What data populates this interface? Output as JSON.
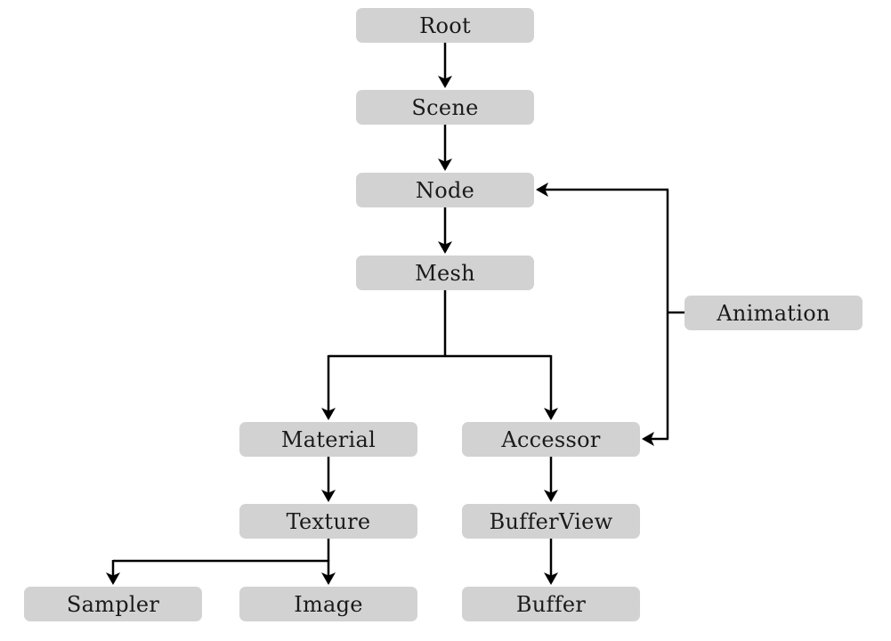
{
  "diagram": {
    "type": "flowchart",
    "colors": {
      "background": "#ffffff",
      "box_fill": "#d2d2d2",
      "text": "#1a1a1a",
      "line": "#000000"
    },
    "nodes": {
      "root": {
        "label": "Root"
      },
      "scene": {
        "label": "Scene"
      },
      "node": {
        "label": "Node"
      },
      "mesh": {
        "label": "Mesh"
      },
      "material": {
        "label": "Material"
      },
      "accessor": {
        "label": "Accessor"
      },
      "animation": {
        "label": "Animation"
      },
      "texture": {
        "label": "Texture"
      },
      "bufferview": {
        "label": "BufferView"
      },
      "sampler": {
        "label": "Sampler"
      },
      "image": {
        "label": "Image"
      },
      "buffer": {
        "label": "Buffer"
      }
    },
    "edges": [
      {
        "from": "Root",
        "to": "Scene"
      },
      {
        "from": "Scene",
        "to": "Node"
      },
      {
        "from": "Node",
        "to": "Mesh"
      },
      {
        "from": "Mesh",
        "to": "Material"
      },
      {
        "from": "Mesh",
        "to": "Accessor"
      },
      {
        "from": "Material",
        "to": "Texture"
      },
      {
        "from": "Texture",
        "to": "Sampler"
      },
      {
        "from": "Texture",
        "to": "Image"
      },
      {
        "from": "Accessor",
        "to": "BufferView"
      },
      {
        "from": "BufferView",
        "to": "Buffer"
      },
      {
        "from": "Animation",
        "to": "Node"
      },
      {
        "from": "Animation",
        "to": "Accessor"
      }
    ]
  }
}
